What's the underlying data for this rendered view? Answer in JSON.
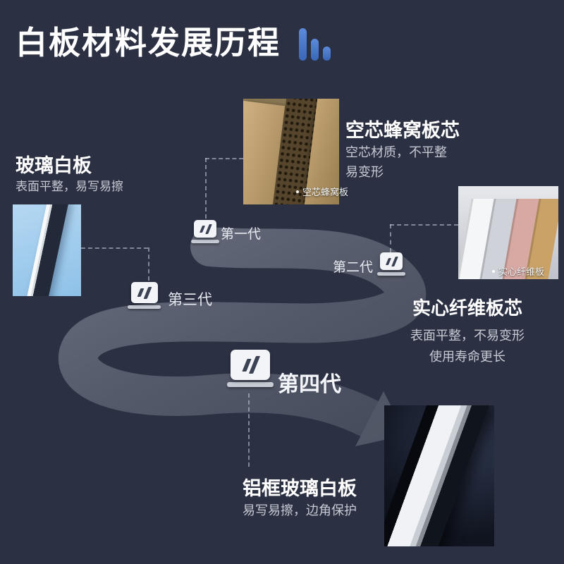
{
  "title": "白板材料发展历程",
  "generations": {
    "gen1": {
      "label": "第一代",
      "heading": "空芯蜂窝板芯",
      "desc1": "空芯材质，不平整",
      "desc2": "易变形",
      "caption": "空芯蜂窝板"
    },
    "gen2": {
      "label": "第二代",
      "heading": "实心纤维板芯",
      "desc1": "表面平整，不易变形",
      "desc2": "使用寿命更长",
      "caption": "实心纤维板"
    },
    "gen3": {
      "label": "第三代",
      "heading": "玻璃白板",
      "desc1": "表面平整，易写易擦"
    },
    "gen4": {
      "label": "第四代",
      "heading": "铝框玻璃白板",
      "desc1": "易写易擦，边角保护"
    }
  },
  "colors": {
    "background": "#2b3143",
    "accent_blue": "#4a7dd2",
    "ribbon_gray": "#5b6170",
    "heading_white": "#ffffff",
    "desc_gray": "#c6cad3"
  }
}
